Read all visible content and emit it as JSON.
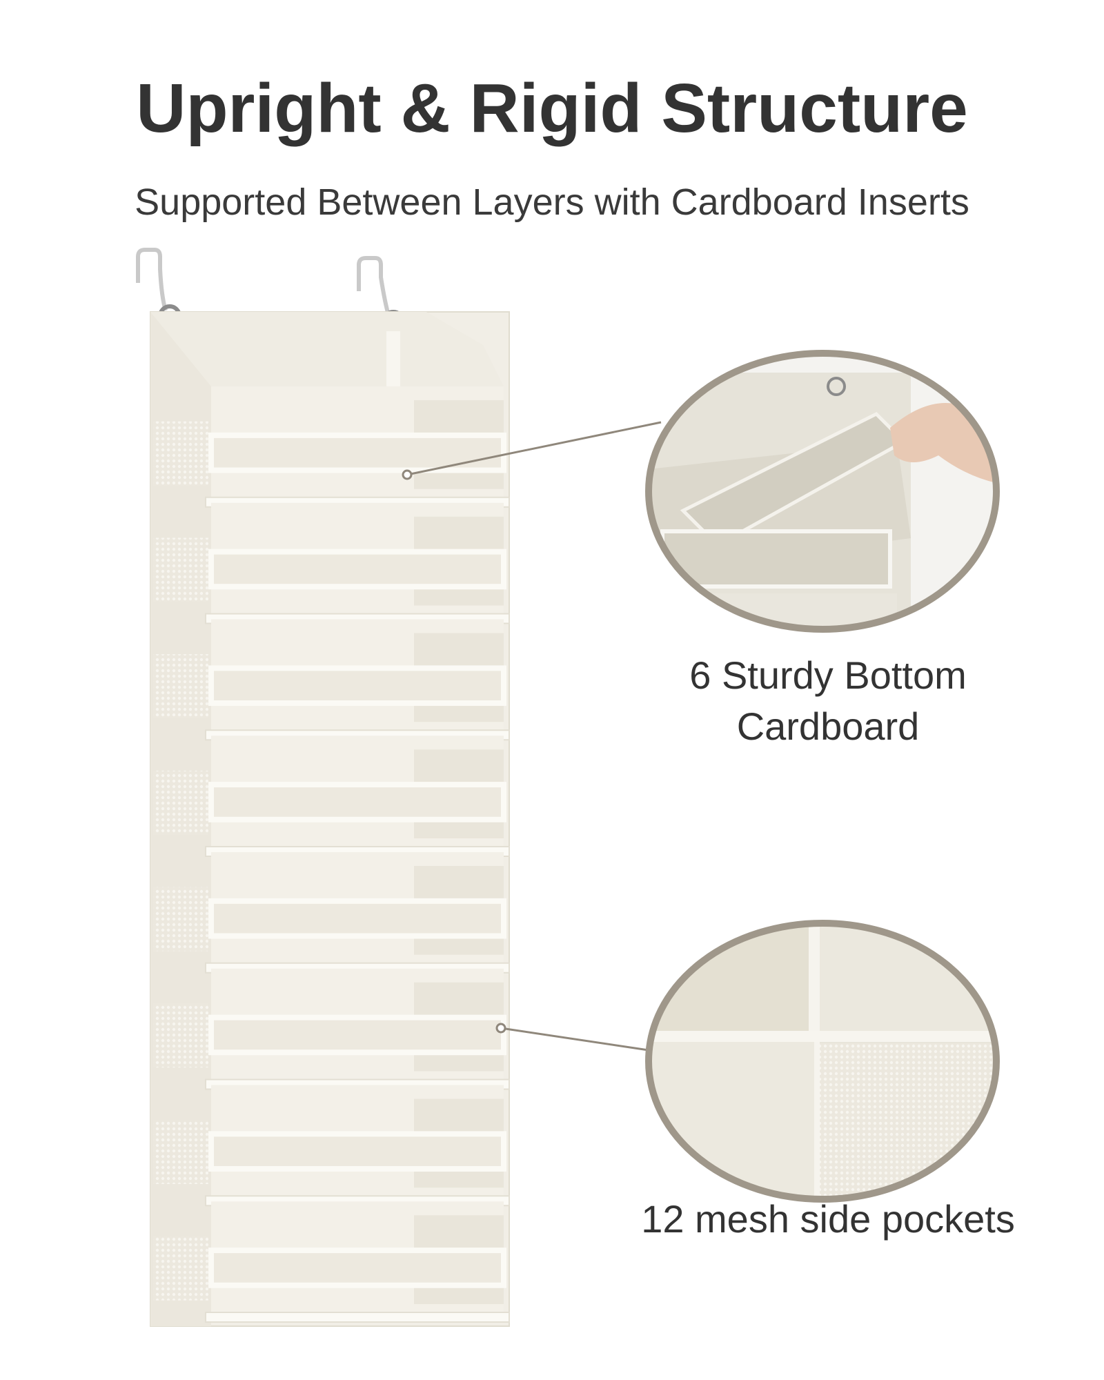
{
  "heading": {
    "title": "Upright & Rigid Structure",
    "subtitle": "Supported Between Layers with Cardboard Inserts"
  },
  "callouts": [
    {
      "label_line1": "6 Sturdy Bottom",
      "label_line2": "Cardboard"
    },
    {
      "label": "12 mesh side pockets"
    }
  ],
  "colors": {
    "text": "#333333",
    "fabric": "#f1eee6",
    "fabric_shadow": "#e2ddd1",
    "trim": "#fbfaf5",
    "circle_border": "#9f978a",
    "leader_line": "#8f877b"
  },
  "product": {
    "shelf_count": 8,
    "hooks": 2
  }
}
